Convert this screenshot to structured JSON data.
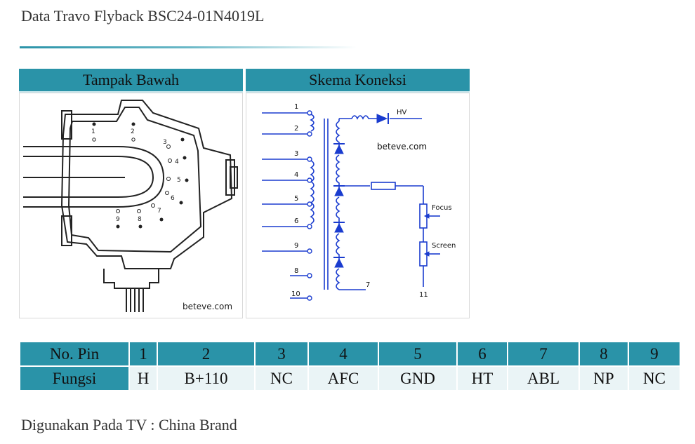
{
  "title": "Data Travo Flyback BSC24-01N4019L",
  "panels": {
    "bottom_view": {
      "header": "Tampak Bawah",
      "pins": [
        "1",
        "2",
        "3",
        "4",
        "5",
        "6",
        "7",
        "8",
        "9"
      ],
      "watermark": "beteve.com"
    },
    "schematic": {
      "header": "Skema Koneksi",
      "primary_pins": [
        "1",
        "2",
        "3",
        "4",
        "5",
        "6",
        "9",
        "8",
        "10"
      ],
      "secondary_pin": "7",
      "output_pin": "11",
      "hv_label": "HV",
      "focus_label": "Focus",
      "screen_label": "Screen",
      "watermark": "beteve.com"
    }
  },
  "pin_table": {
    "row1_label": "No. Pin",
    "row2_label": "Fungsi",
    "columns": [
      {
        "pin": "1",
        "function": "H"
      },
      {
        "pin": "2",
        "function": "B+110"
      },
      {
        "pin": "3",
        "function": "NC"
      },
      {
        "pin": "4",
        "function": "AFC"
      },
      {
        "pin": "5",
        "function": "GND"
      },
      {
        "pin": "6",
        "function": "HT"
      },
      {
        "pin": "7",
        "function": "ABL"
      },
      {
        "pin": "8",
        "function": "NP"
      },
      {
        "pin": "9",
        "function": "NC"
      }
    ]
  },
  "footer": "Digunakan Pada TV : China Brand",
  "colors": {
    "accent": "#2a93a8",
    "cell_bg": "#eaf4f6",
    "schematic_line": "#1a3ccf"
  }
}
